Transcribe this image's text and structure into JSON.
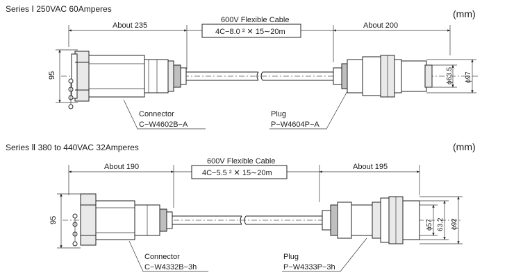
{
  "series1": {
    "title": "Series Ⅰ  250VAC 60Amperes",
    "unit": "(mm)",
    "left_dim": "About 235",
    "right_dim": "About 200",
    "cable_label": "600V Flexible Cable",
    "cable_spec": "4C−8.0 ² ✕ 15∼20m",
    "height_dim": "95",
    "dia_inner": "ϕ63.5",
    "dia_outer": "ϕ97",
    "connector_label": "Connector",
    "connector_part": "C−W4602B−A",
    "plug_label": "Plug",
    "plug_part": "P−W4604P−A"
  },
  "series2": {
    "title": "Series Ⅱ  380 to 440VAC 32Amperes",
    "unit": "(mm)",
    "left_dim": "About 190",
    "right_dim": "About 195",
    "cable_label": "600V Flexible Cable",
    "cable_spec": "4C−5.5 ² ✕ 15∼20m",
    "height_dim": "95",
    "dia_inner": "ϕ57",
    "dia_mid": "63.2",
    "dia_outer": "ϕ92",
    "connector_label": "Connector",
    "connector_part": "C−W4332B−3h",
    "plug_label": "Plug",
    "plug_part": "P−W4333P−3h"
  }
}
